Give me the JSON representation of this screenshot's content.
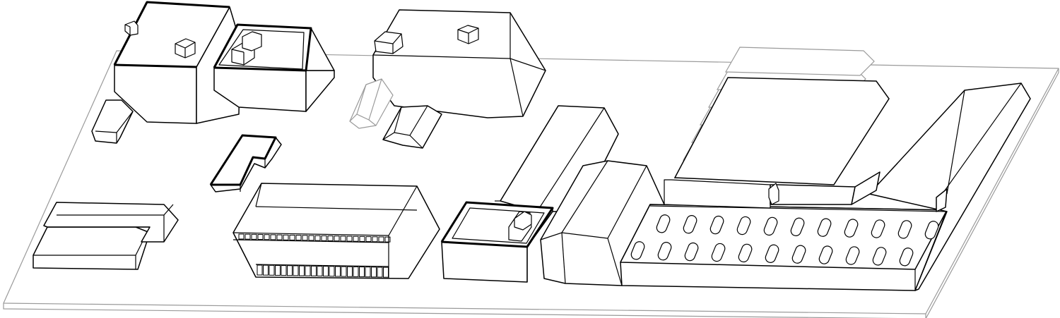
{
  "image": {
    "kind": "isometric line drawing of an industrial site model",
    "background_color": "#ffffff",
    "line_color": "#000000",
    "ground_line_color": "#9a9a9a"
  },
  "components": {
    "ground_slab": "ground-slab",
    "buildings": [
      "tower-block-left",
      "tower-block-right",
      "warehouse-top-center",
      "small-shed-left",
      "l-shaped-block",
      "gable-hut",
      "glass-gable-hut",
      "stacked-bars-block",
      "windowed-hall",
      "long-gable-hall",
      "roof-box-hall",
      "shed-roof-hall",
      "silo-hall",
      "long-right-wing"
    ]
  }
}
